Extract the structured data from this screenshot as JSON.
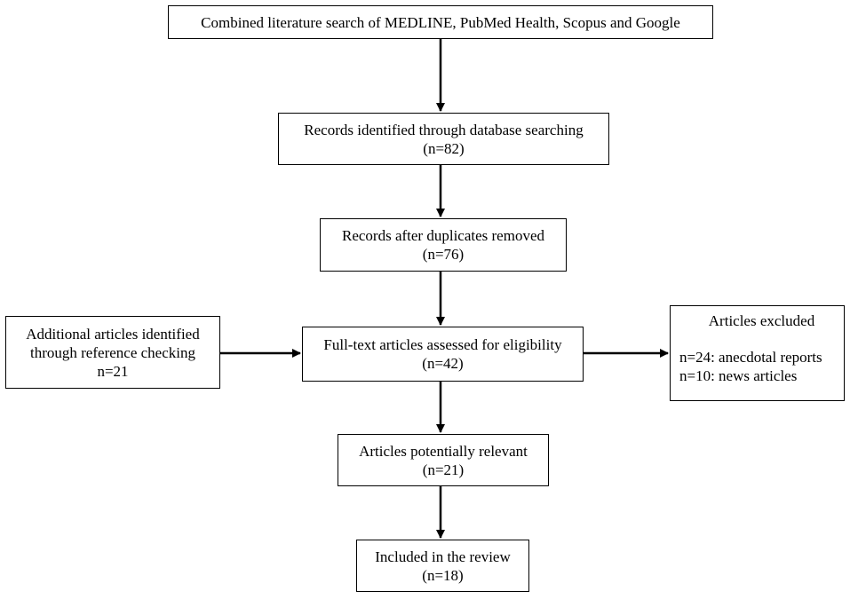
{
  "boxes": {
    "search": {
      "lines": [
        "Combined literature search of MEDLINE, PubMed Health, Scopus and Google"
      ]
    },
    "identified": {
      "lines": [
        "Records identified through database searching",
        "(n=82)"
      ]
    },
    "duplicates": {
      "lines": [
        "Records after duplicates removed",
        "(n=76)"
      ]
    },
    "additional": {
      "lines": [
        "Additional articles identified",
        "through reference checking",
        "n=21"
      ]
    },
    "fulltext": {
      "lines": [
        "Full-text articles assessed for eligibility",
        "(n=42)"
      ]
    },
    "excluded": {
      "title": "Articles excluded",
      "lines": [
        "n=24: anecdotal reports",
        "n=10: news articles"
      ]
    },
    "relevant": {
      "lines": [
        "Articles potentially relevant",
        "(n=21)"
      ]
    },
    "included": {
      "lines": [
        "Included in the review",
        "(n=18)"
      ]
    }
  }
}
